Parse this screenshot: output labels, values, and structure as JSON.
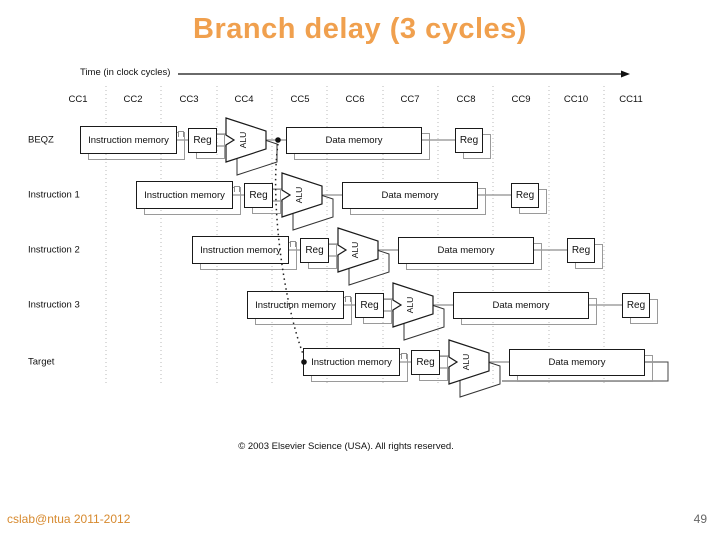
{
  "slide": {
    "title": "Branch delay (3 cycles)",
    "copyright": "© 2003 Elsevier Science (USA). All rights reserved.",
    "footer_left": "cslab@ntua 2011-2012",
    "page_number": "49"
  },
  "colors": {
    "title": "#F0A04E",
    "footer": "#D78A2F",
    "page_number": "#666666",
    "box_border": "#1a1a1a",
    "wire": "#8e8e8e",
    "shadow": "#9a9a9a",
    "grid": "#b8b8b8",
    "branch_path": "#222222"
  },
  "time_axis": {
    "label": "Time (in clock cycles)"
  },
  "clock_cycles": [
    "CC1",
    "CC2",
    "CC3",
    "CC4",
    "CC5",
    "CC6",
    "CC7",
    "CC8",
    "CC9",
    "CC10",
    "CC11"
  ],
  "stage_labels": {
    "instruction_memory": "Instruction memory",
    "register": "Reg",
    "alu": "ALU",
    "data_memory": "Data memory"
  },
  "pipeline_rows": [
    {
      "label": "BEQZ",
      "start_cycle": "CC1",
      "final_reg": true,
      "branch_point": true
    },
    {
      "label": "Instruction 1",
      "start_cycle": "CC2",
      "final_reg": true,
      "branch_point": false
    },
    {
      "label": "Instruction 2",
      "start_cycle": "CC3",
      "final_reg": true,
      "branch_point": false
    },
    {
      "label": "Instruction 3",
      "start_cycle": "CC4",
      "final_reg": true,
      "branch_point": false
    },
    {
      "label": "Target",
      "start_cycle": "CC5",
      "final_reg": false,
      "branch_point": false
    }
  ]
}
